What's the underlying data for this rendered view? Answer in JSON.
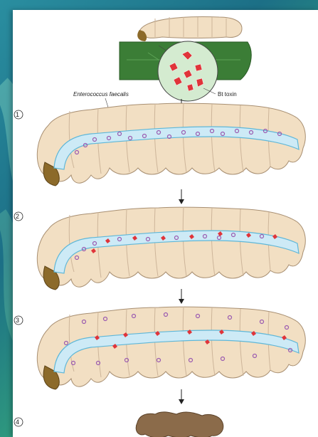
{
  "labels": {
    "bacteria": "Enterococcus faecalis",
    "toxin": "Bt toxin"
  },
  "steps": [
    "1",
    "2",
    "3",
    "4"
  ],
  "colors": {
    "body": "#f2dfc3",
    "body_outline": "#a88f72",
    "gut": "#cdeaf6",
    "gut_line": "#5fb7d8",
    "head": "#8c6a2a",
    "bacteria": "#9a5ab0",
    "toxin": "#e0343a",
    "leaf": "#3b7d36",
    "dead_larva": "#8b6b4a"
  },
  "icons": {
    "arrow": "down-arrow-icon"
  }
}
